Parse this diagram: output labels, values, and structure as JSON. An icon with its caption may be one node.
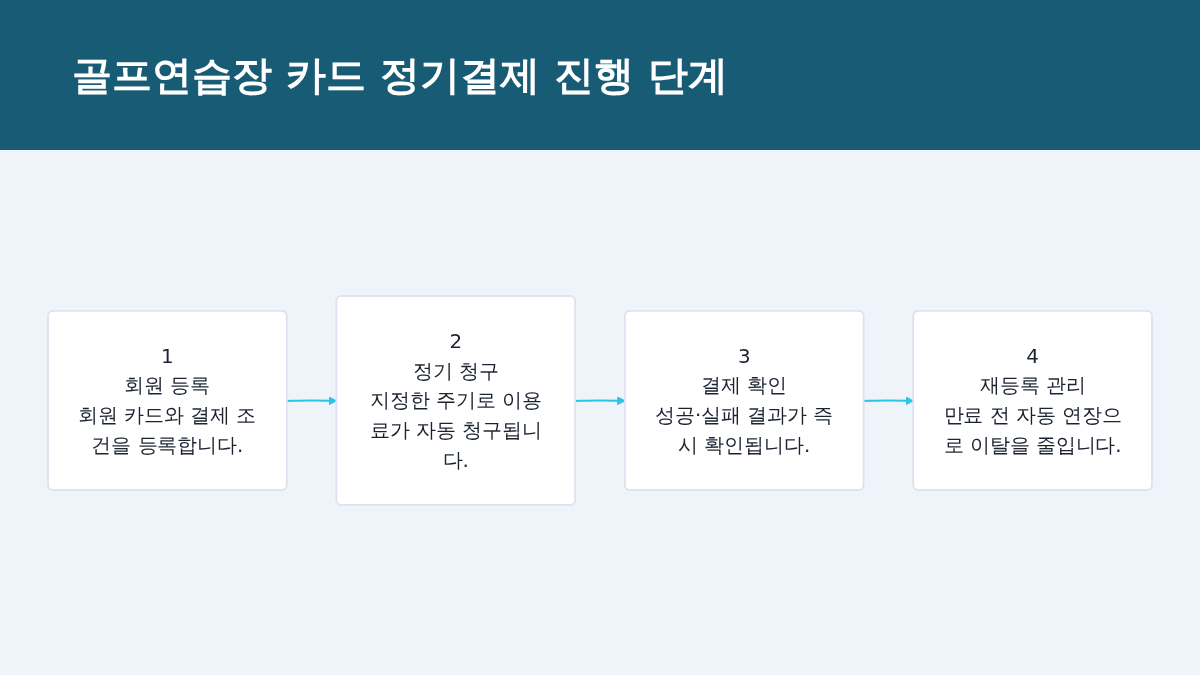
{
  "diagram": {
    "title": "골프연습장 카드 정기결제 진행 단계",
    "nodes": [
      {
        "text": [
          "1",
          "회원 등록",
          "회원 카드와 결제 조건을 등록합니다."
        ]
      },
      {
        "text": [
          "2",
          "정기 청구",
          "지정한 주기로 이용료가 자동 청구됩니다."
        ]
      },
      {
        "text": [
          "3",
          "결제 확인",
          "성공·실패 결과가 즉시 확인됩니다."
        ]
      },
      {
        "text": [
          "4",
          "재등록 관리",
          "만료 전 자동 연장으로 이탈을 줄입니다."
        ]
      }
    ],
    "edges": [
      {
        "from": 0,
        "to": 1,
        "arrow": "to"
      },
      {
        "from": 1,
        "to": 2,
        "arrow": "to"
      },
      {
        "from": 2,
        "to": 3,
        "arrow": "to"
      }
    ]
  }
}
